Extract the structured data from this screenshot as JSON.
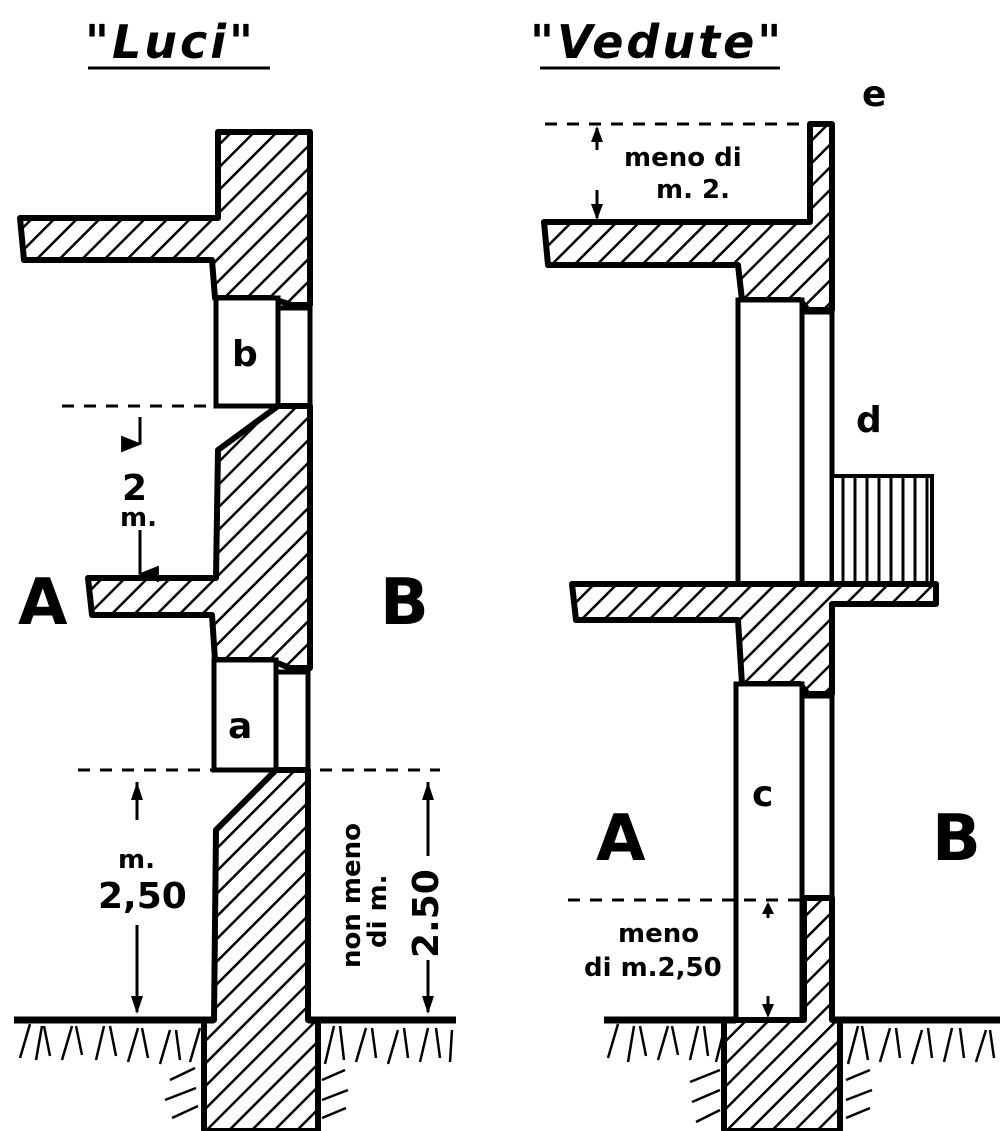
{
  "diagram": {
    "left_panel": {
      "title": "\"Luci\"",
      "side_left": "A",
      "side_right": "B",
      "window_upper": "b",
      "window_lower": "a",
      "dim_upper_line1": "2",
      "dim_upper_line2": "m.",
      "dim_lower_left_line1": "m.",
      "dim_lower_left_line2": "2,50",
      "dim_lower_right_line1": "non meno",
      "dim_lower_right_line2": "di m.",
      "dim_lower_right_line3": "2.50"
    },
    "right_panel": {
      "title": "\"Vedute\"",
      "side_left": "A",
      "side_right": "B",
      "label_top": "e",
      "label_window_upper": "d",
      "label_window_lower": "c",
      "dim_top_line1": "meno di",
      "dim_top_line2": "m. 2.",
      "dim_bottom_line1": "meno",
      "dim_bottom_line2": "di m.2,50"
    }
  }
}
